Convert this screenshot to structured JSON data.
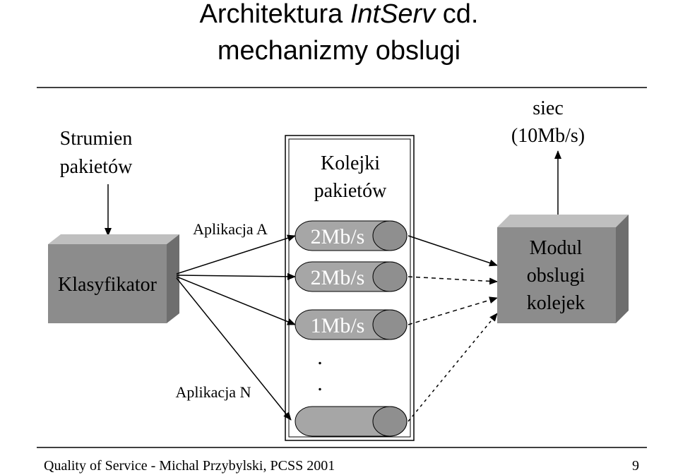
{
  "slide": {
    "title_line1_prefix": "Architektura ",
    "title_line1_italic": "IntServ",
    "title_line1_suffix": " cd.",
    "title_line2": "mechanizmy obslugi"
  },
  "diagram": {
    "input_label_1": "Strumien",
    "input_label_2": "pakietów",
    "classifier_label": "Klasyfikator",
    "app_a_label": "Aplikacja A",
    "app_n_label": "Aplikacja N",
    "queues_label_1": "Kolejki",
    "queues_label_2": "pakietów",
    "queues": [
      "2Mb/s",
      "2Mb/s",
      "1Mb/s",
      ""
    ],
    "ellipsis_dots": [
      ".",
      "."
    ],
    "network_label_1": "siec",
    "network_label_2": "(10Mb/s)",
    "scheduler_label_1": "Modul",
    "scheduler_label_2": "obslugi",
    "scheduler_label_3": "kolejek"
  },
  "footer": {
    "text": "Quality of Service - Michal Przybylski, PCSS 2001",
    "page_number": "9"
  },
  "colors": {
    "box_front": "#8c8c8c",
    "box_top": "#bfbfbf",
    "box_side": "#6e6e6e",
    "queue_body": "#a6a6a6",
    "queue_cap": "#8f8f8f"
  }
}
